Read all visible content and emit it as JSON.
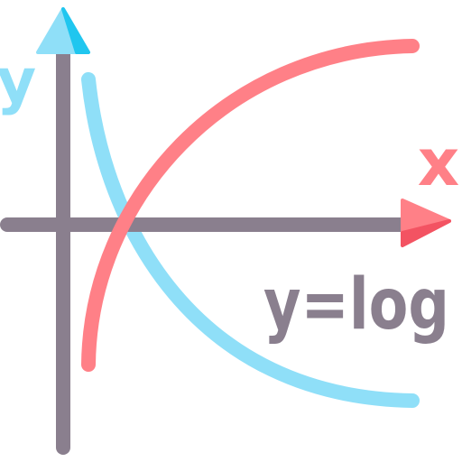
{
  "icon": {
    "name": "logarithm-graph-icon",
    "y_axis_label": "y",
    "x_axis_label": "x",
    "formula": "y=log"
  },
  "colors": {
    "axis": "#8a7f8e",
    "y_arrow": "#8fdff8",
    "y_arrow_shade": "#20c6ef",
    "x_arrow": "#ff8087",
    "x_arrow_shade": "#f35362",
    "log_curve": "#ff8087",
    "decreasing_curve": "#8fdff8",
    "y_label": "#8fdff8",
    "x_label": "#ff8087",
    "formula_text": "#8a7f8e"
  }
}
